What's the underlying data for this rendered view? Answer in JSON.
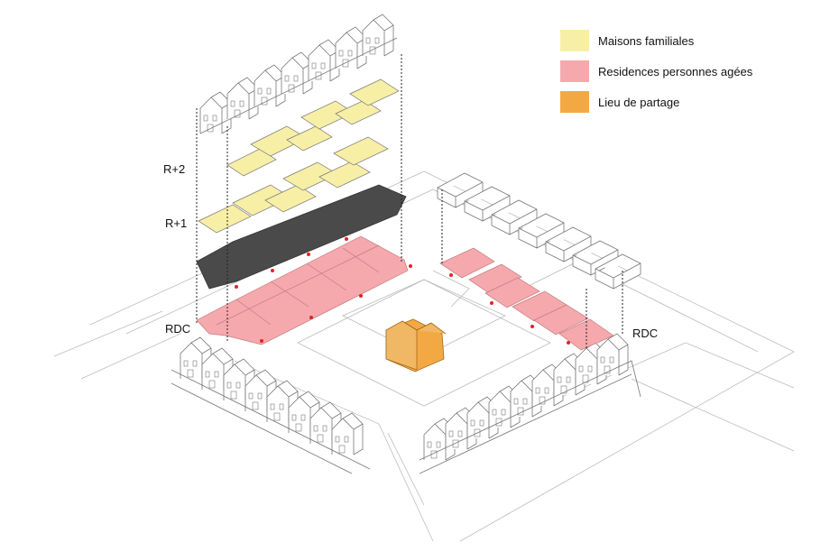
{
  "colors": {
    "family": "#f7efa6",
    "elderly": "#f5a9ad",
    "shared": "#f3a943",
    "slab": "#4a4a4a",
    "line": "#7a7a7a",
    "marker": "#e02424"
  },
  "legend": [
    {
      "label": "Maisons familiales",
      "color": "#f7efa6"
    },
    {
      "label": "Residences personnes agées",
      "color": "#f5a9ad"
    },
    {
      "label": "Lieu de partage",
      "color": "#f3a943"
    }
  ],
  "levels": {
    "r2": "R+2",
    "r1": "R+1",
    "rdc_left": "RDC",
    "rdc_right": "RDC"
  }
}
